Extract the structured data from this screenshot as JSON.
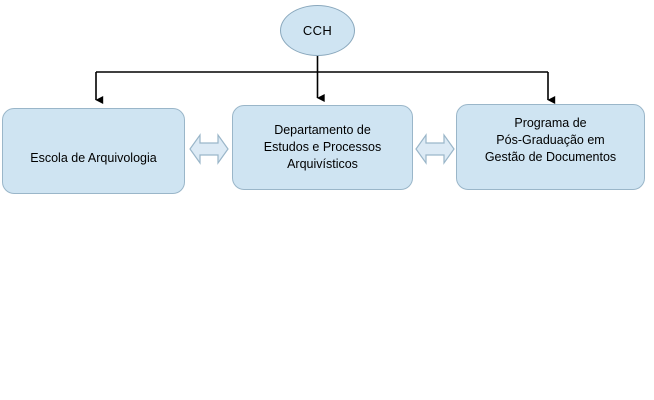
{
  "diagram": {
    "title": "CCH organizational structure",
    "colors": {
      "node_fill": "#cfe4f2",
      "node_border": "#9ab6c9",
      "ellipse_border": "#8aa8bd",
      "edge": "#000000",
      "arrow_fill": "#dceaf5",
      "background": "#ffffff"
    },
    "root": {
      "label": "CCH",
      "shape": "ellipse"
    },
    "nodes": [
      {
        "id": "escola",
        "label": "Escola de Arquivologia",
        "shape": "rounded-rect"
      },
      {
        "id": "departamento",
        "label": "Departamento de\nEstudos e Processos\nArquivísticos",
        "shape": "rounded-rect"
      },
      {
        "id": "programa",
        "label": "Programa de\nPós-Graduação em\nGestão de Documentos",
        "shape": "rounded-rect"
      }
    ],
    "connectors": [
      {
        "id": "escola-departamento",
        "type": "bidirectional-arrow"
      },
      {
        "id": "departamento-programa",
        "type": "bidirectional-arrow"
      }
    ],
    "edges": [
      {
        "from": "CCH",
        "to": "escola",
        "type": "arrow-down"
      },
      {
        "from": "CCH",
        "to": "departamento",
        "type": "arrow-down"
      },
      {
        "from": "CCH",
        "to": "programa",
        "type": "arrow-down"
      }
    ]
  }
}
